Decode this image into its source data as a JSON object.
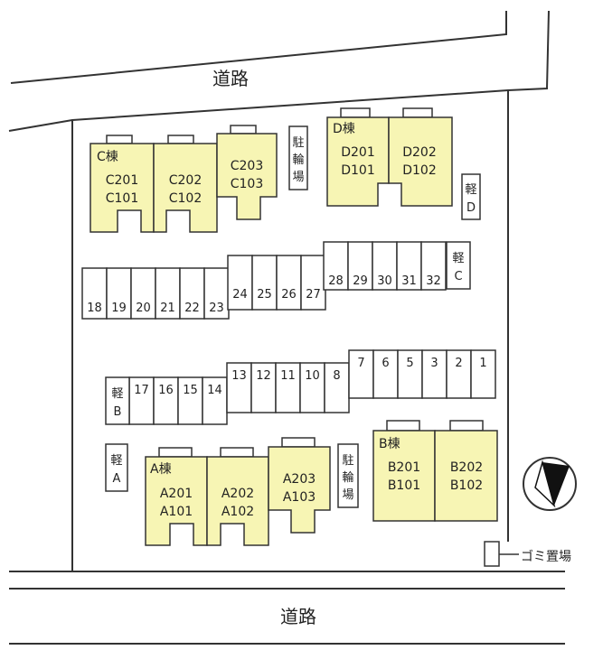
{
  "roads": {
    "top_label": "道路",
    "bottom_label": "道路"
  },
  "buildings": {
    "C": {
      "name": "C棟",
      "units": [
        {
          "upper": "C201",
          "lower": "C101"
        },
        {
          "upper": "C202",
          "lower": "C102"
        },
        {
          "upper": "C203",
          "lower": "C103"
        }
      ]
    },
    "D": {
      "name": "D棟",
      "units": [
        {
          "upper": "D201",
          "lower": "D101"
        },
        {
          "upper": "D202",
          "lower": "D102"
        }
      ]
    },
    "A": {
      "name": "A棟",
      "units": [
        {
          "upper": "A201",
          "lower": "A101"
        },
        {
          "upper": "A202",
          "lower": "A102"
        },
        {
          "upper": "A203",
          "lower": "A103"
        }
      ]
    },
    "B": {
      "name": "B棟",
      "units": [
        {
          "upper": "B201",
          "lower": "B101"
        },
        {
          "upper": "B202",
          "lower": "B102"
        }
      ]
    }
  },
  "bicycle_parking": {
    "label": [
      "駐",
      "輪",
      "場"
    ]
  },
  "kei_parking": {
    "A": [
      "軽",
      "A"
    ],
    "B": [
      "軽",
      "B"
    ],
    "C": [
      "軽",
      "C"
    ],
    "D": [
      "軽",
      "D"
    ]
  },
  "parking": {
    "row1_left": [
      "18",
      "19",
      "20",
      "21",
      "22",
      "23"
    ],
    "row1_mid": [
      "24",
      "25",
      "26",
      "27"
    ],
    "row1_right": [
      "28",
      "29",
      "30",
      "31",
      "32"
    ],
    "row2_left": [
      "17",
      "16",
      "15",
      "14"
    ],
    "row2_mid": [
      "13",
      "12",
      "11",
      "10",
      "8"
    ],
    "row2_right": [
      "7",
      "6",
      "5",
      "3",
      "2",
      "1"
    ]
  },
  "garbage": {
    "label": "ゴミ置場"
  },
  "colors": {
    "building_fill": "#f7f5b4",
    "line": "#333333"
  }
}
